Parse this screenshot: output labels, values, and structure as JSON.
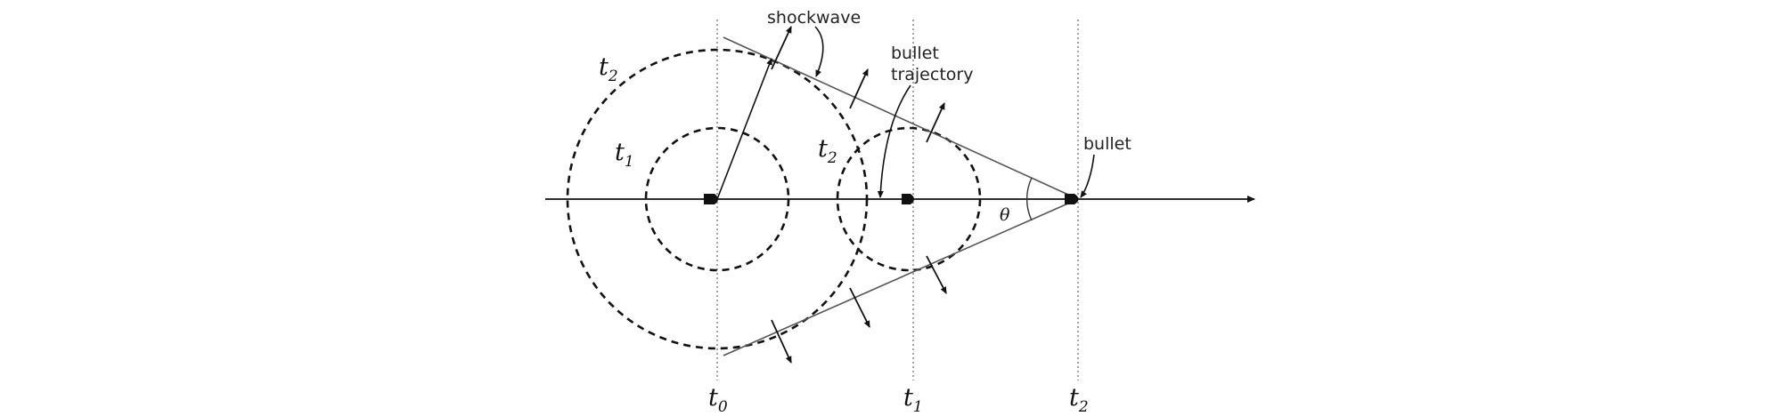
{
  "labels": {
    "shockwave": "shockwave",
    "bullet_trajectory_line1": "bullet",
    "bullet_trajectory_line2": "trajectory",
    "bullet": "bullet",
    "theta": "θ",
    "t0": {
      "base": "t",
      "sub": "0"
    },
    "t1_axis": {
      "base": "t",
      "sub": "1"
    },
    "t2_axis": {
      "base": "t",
      "sub": "2"
    },
    "t2_big_circle": {
      "base": "t",
      "sub": "2"
    },
    "t1_small_circle": {
      "base": "t",
      "sub": "1"
    },
    "t2_right_circle": {
      "base": "t",
      "sub": "2"
    }
  },
  "colors": {
    "line": "#111111",
    "guide": "#555555",
    "cone": "#555555"
  }
}
